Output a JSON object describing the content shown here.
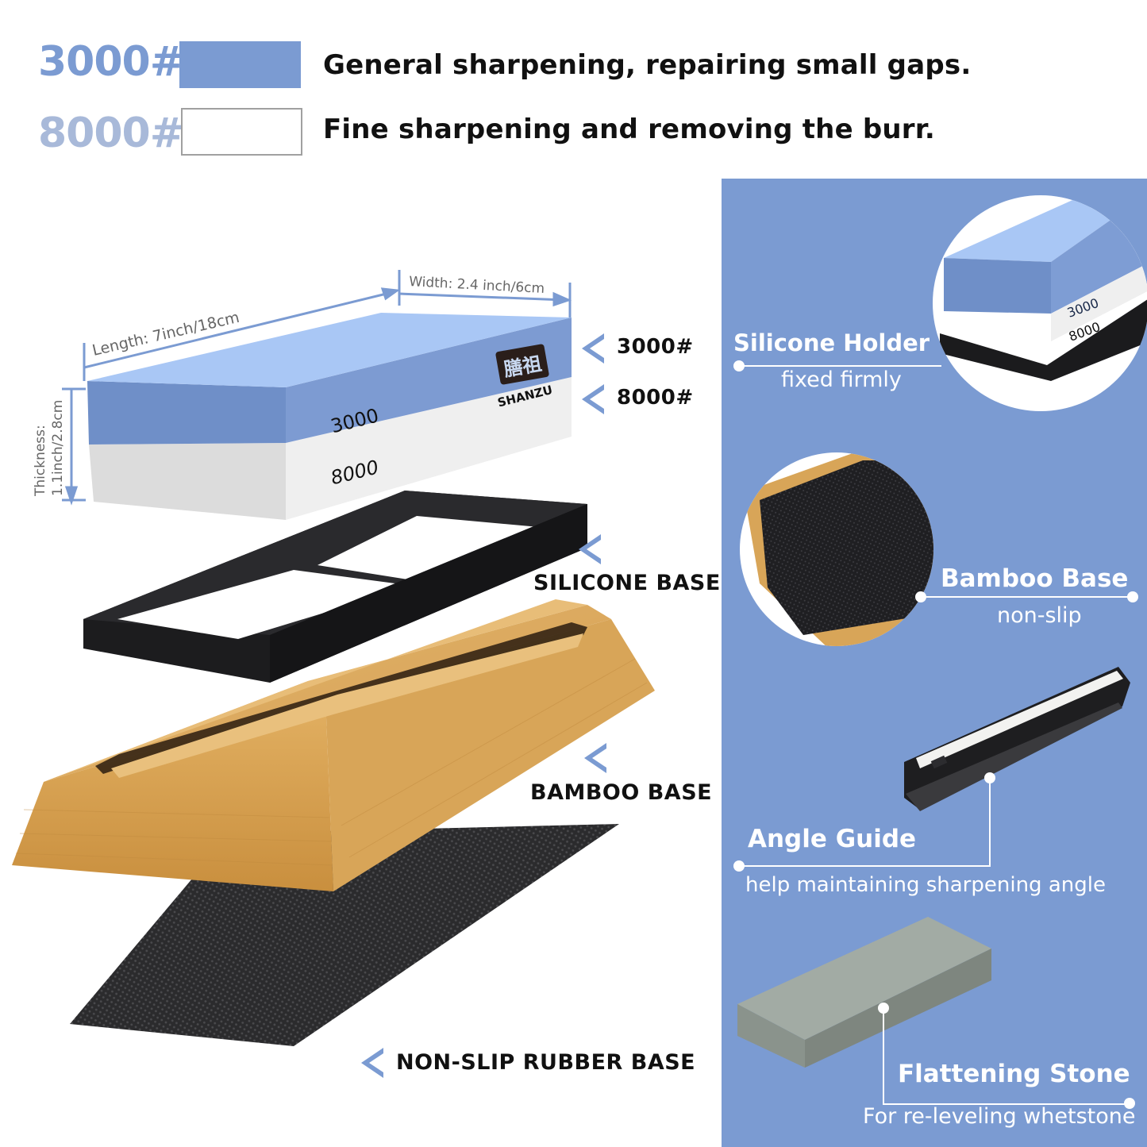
{
  "grits": [
    {
      "label": "3000#",
      "label_color": "#7b9bd2",
      "swatch_color": "#7b9bd2",
      "swatch_border": "#7b9bd2",
      "description": "General sharpening, repairing small gaps."
    },
    {
      "label": "8000#",
      "label_color": "#a8b9d9",
      "swatch_color": "#ffffff",
      "swatch_border": "#9a9a9a",
      "description": "Fine sharpening and removing the burr."
    }
  ],
  "dimensions": {
    "length": "Length: 7inch/18cm",
    "width": "Width: 2.4 inch/6cm",
    "thickness_line1": "Thickness:",
    "thickness_line2": "1.1inch/2.8cm"
  },
  "stone": {
    "top_grit": "3000",
    "bottom_grit": "8000",
    "brand_cjk": "膳祖",
    "brand_latin": "SHANZU",
    "top_color": "#6f8fc8",
    "top_face_color": "#a9c7f5",
    "bottom_color": "#e6e6e6"
  },
  "exploded_labels": [
    {
      "text": "3000#"
    },
    {
      "text": "8000#"
    },
    {
      "text": "SILICONE BASE"
    },
    {
      "text": "BAMBOO BASE"
    },
    {
      "text": "NON-SLIP RUBBER BASE"
    }
  ],
  "panel": {
    "background": "#7b9bd2",
    "features": [
      {
        "title": "Silicone Holder",
        "subtitle": "fixed firmly",
        "inset_top": "3000",
        "inset_bottom": "8000"
      },
      {
        "title": "Bamboo Base",
        "subtitle": "non-slip"
      },
      {
        "title": "Angle Guide",
        "subtitle": "help maintaining sharpening angle"
      },
      {
        "title": "Flattening Stone",
        "subtitle": "For re-leveling whetstone"
      }
    ]
  },
  "colors": {
    "accent_blue": "#7b9bd2",
    "chevron_blue": "#7b9bd2",
    "bamboo": "#d9a85a",
    "silicone": "#1c1c1e",
    "rubber": "#2a2a2c",
    "flattening_stone": "#9aa39d"
  }
}
